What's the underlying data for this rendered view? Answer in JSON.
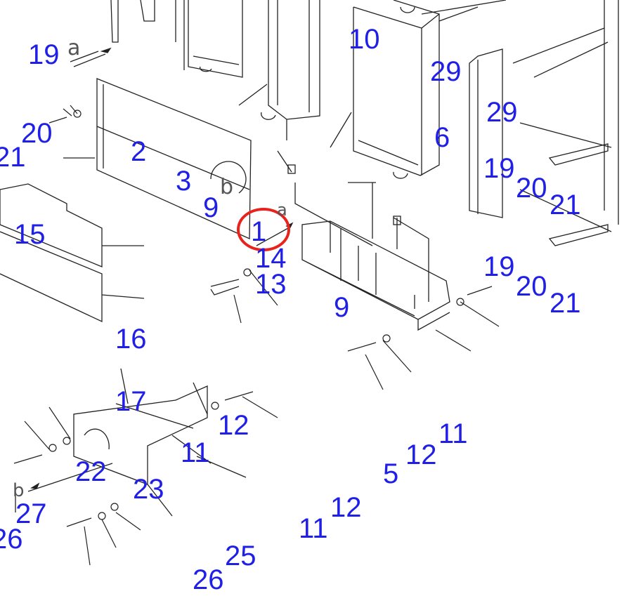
{
  "diagram": {
    "part_labels": [
      "19",
      "10",
      "29",
      "20",
      "21",
      "2",
      "29",
      "6",
      "3",
      "19",
      "20",
      "21",
      "9",
      "15",
      "1",
      "14",
      "13",
      "19",
      "20",
      "21",
      "9",
      "16",
      "17",
      "12",
      "11",
      "12",
      "11",
      "5",
      "22",
      "23",
      "27",
      "26",
      "12",
      "11",
      "25",
      "26"
    ],
    "reference_letters": [
      "a",
      "b",
      "a",
      "b"
    ],
    "highlighted_part": "1",
    "colors": {
      "label": "#1f1fe8",
      "highlight": "#e8231e",
      "line": "#222222"
    }
  }
}
